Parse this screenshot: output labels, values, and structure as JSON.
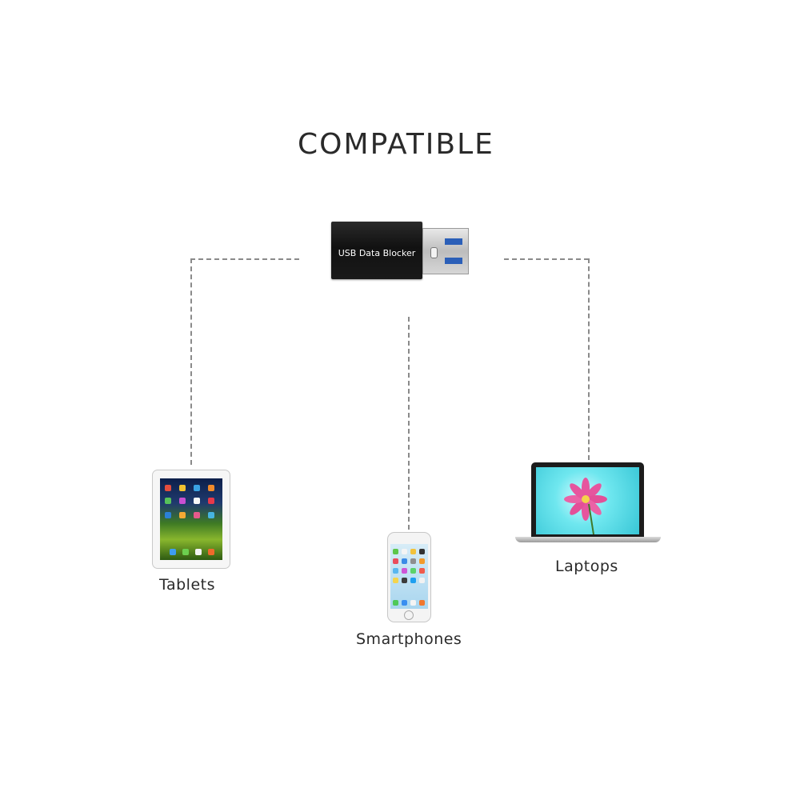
{
  "title": "COMPATIBLE",
  "adapter": {
    "label": "USB Data Blocker",
    "pin_color": "#2b5fb8"
  },
  "devices": [
    {
      "label": "Tablets",
      "icon": "tablet-icon"
    },
    {
      "label": "Smartphones",
      "icon": "smartphone-icon"
    },
    {
      "label": "Laptops",
      "icon": "laptop-icon"
    }
  ],
  "colors": {
    "connector_line": "#8a8a8a",
    "adapter_body": "#151515",
    "laptop_screen": "#5fd7e3",
    "flower": "#e6559e"
  }
}
